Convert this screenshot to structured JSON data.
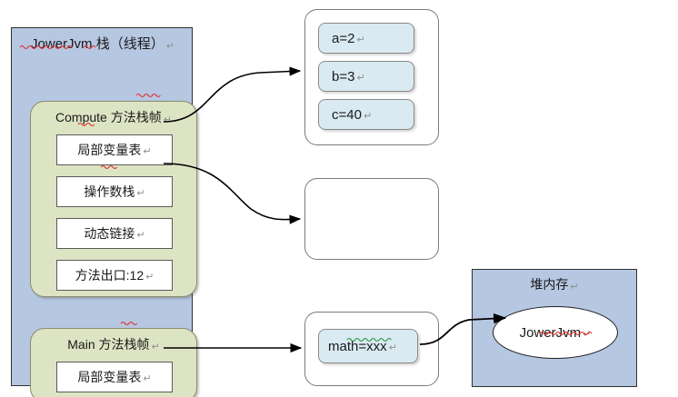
{
  "diagram": {
    "title": "JVM Runtime Memory Model Diagram",
    "pilcrow": "↵",
    "colors": {
      "stack_fill": "#b6c7e2",
      "frame_fill": "#dde4c4",
      "chip_fill": "#d9eaf2",
      "slot_fill": "#ffffff",
      "heap_fill": "#b6c7e2",
      "outline": "#2f2f2f",
      "arrow": "#000000",
      "spell_red": "#e03030",
      "spell_green": "#2a9a3a"
    }
  },
  "stack": {
    "title": "JowerJvm 栈（线程）",
    "frames": [
      {
        "id": "compute",
        "title": "Compute 方法栈帧",
        "slots": [
          {
            "label": "局部变量表"
          },
          {
            "label": "操作数栈"
          },
          {
            "label": "动态链接"
          },
          {
            "label": "方法出口:12"
          }
        ]
      },
      {
        "id": "main",
        "title": "Main 方法栈帧",
        "slots": [
          {
            "label": "局部变量表"
          }
        ]
      }
    ]
  },
  "panels": {
    "locals": {
      "name": "local-variable-table-contents",
      "chips": [
        {
          "label": "a=2"
        },
        {
          "label": "b=3"
        },
        {
          "label": "c=40"
        }
      ]
    },
    "operand": {
      "name": "operand-stack-contents",
      "chips": []
    },
    "heap_ref": {
      "name": "main-local-variable-contents",
      "chips": [
        {
          "label": "math=xxx"
        }
      ]
    }
  },
  "heap": {
    "title": "堆内存",
    "object_label": "JowerJvm"
  },
  "arrows": [
    {
      "name": "compute-locals-to-values",
      "from": "compute-slot-0",
      "to": "locals-panel"
    },
    {
      "name": "operand-stack-to-panel",
      "from": "compute-slot-1",
      "to": "operand-panel"
    },
    {
      "name": "main-locals-to-ref",
      "from": "main-slot-0",
      "to": "heapref-panel"
    },
    {
      "name": "ref-to-heap-object",
      "from": "chip-math",
      "to": "heap-object"
    }
  ]
}
